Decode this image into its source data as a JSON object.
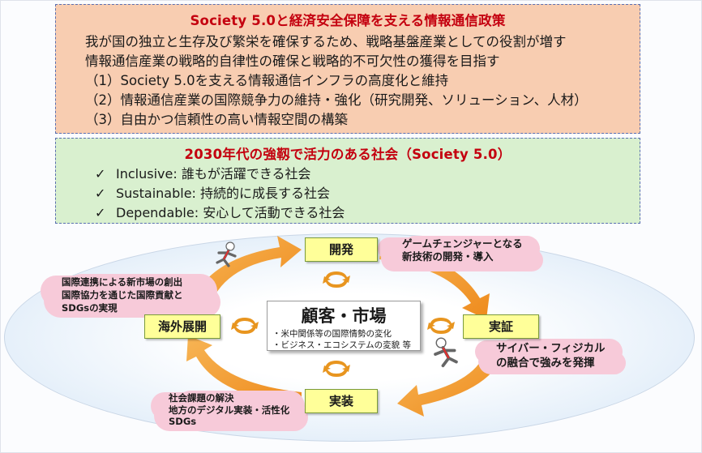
{
  "policy": {
    "title": "Society 5.0と経済安全保障を支える情報通信政策",
    "lines": [
      "我が国の独立と生存及び繁栄を確保するため、戦略基盤産業としての役割が増す",
      "情報通信産業の戦略的自律性の確保と戦略的不可欠性の獲得を目指す",
      "（1）Society 5.0を支える情報通信インフラの高度化と維持",
      "（2）情報通信産業の国際競争力の維持・強化（研究開発、ソリューション、人材）",
      "（3）自由かつ信頼性の高い情報空間の構築"
    ]
  },
  "vision": {
    "title": "2030年代の強靱で活力のある社会（Society 5.0）",
    "items": [
      {
        "check": "✓",
        "text": "Inclusive:  誰もが活躍できる社会"
      },
      {
        "check": "✓",
        "text": "Sustainable:  持続的に成長する社会"
      },
      {
        "check": "✓",
        "text": "Dependable:  安心して活動できる社会"
      }
    ]
  },
  "cycle": {
    "stages": {
      "develop": "開発",
      "demonstrate": "実証",
      "implement": "実装",
      "overseas": "海外展開"
    },
    "center": {
      "title": "顧客・市場",
      "notes": [
        "・米中関係等の国際情勢の変化",
        "・ビジネス・エコシステムの変貌  等"
      ]
    },
    "clouds": {
      "develop": [
        "ゲームチェンジャーとなる",
        "新技術の開発・導入"
      ],
      "demonstrate": [
        "サイバー・フィジカル",
        "の融合で強みを発揮"
      ],
      "implement": [
        "社会課題の解決",
        "地方のデジタル実装・活性化",
        "SDGs"
      ],
      "overseas": [
        "国際連携による新市場の創出",
        "国際協力を通じた国際貢献と",
        "SDGsの実現"
      ]
    }
  },
  "colors": {
    "title_red": "#c4000f",
    "policy_bg": "#f8cdb1",
    "vision_bg": "#d9f0cf",
    "stage_bg": "#ffff99",
    "arrow_orange": "#f39a2b",
    "cloud_pink": "#f7cad9"
  }
}
